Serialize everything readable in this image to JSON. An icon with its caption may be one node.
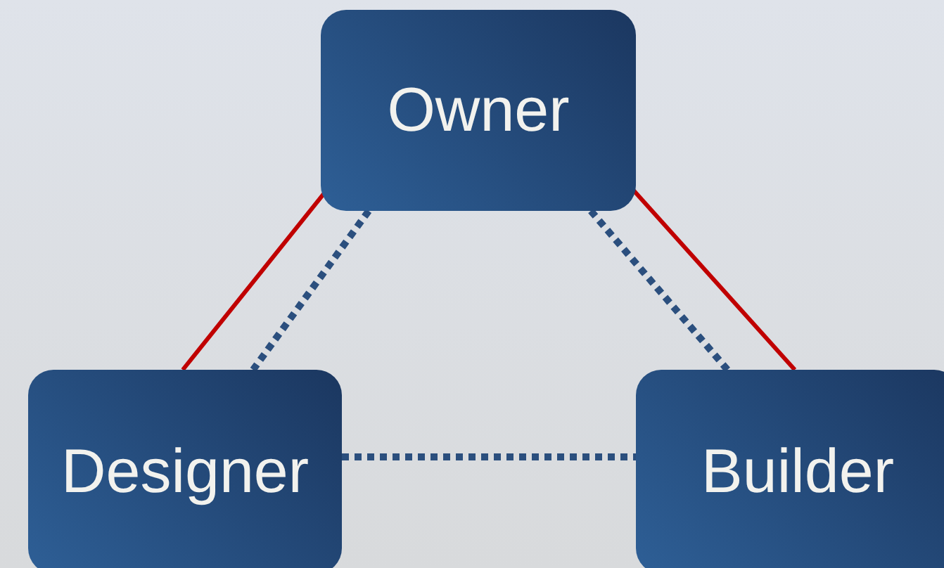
{
  "diagram": {
    "nodes": [
      {
        "text": [
          "Owner"
        ]
      },
      {
        "text": [
          "Designer"
        ]
      },
      {
        "text": [
          "Builder"
        ]
      }
    ],
    "edges": [
      {
        "from": 0,
        "to": 1,
        "arrow": "none",
        "color": "#c00000"
      },
      {
        "from": 0,
        "to": 1,
        "arrow": "none",
        "style": "dashed"
      },
      {
        "from": 0,
        "to": 2,
        "arrow": "none",
        "color": "#c00000"
      },
      {
        "from": 0,
        "to": 2,
        "arrow": "none",
        "style": "dashed"
      },
      {
        "from": 1,
        "to": 2,
        "arrow": "none",
        "style": "dashed"
      }
    ]
  }
}
